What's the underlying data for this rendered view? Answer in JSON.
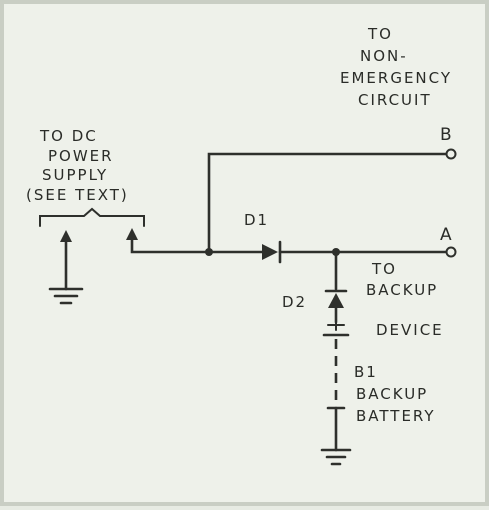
{
  "labels": {
    "non_emergency": [
      "TO",
      "NON-",
      "EMERGENCY",
      "CIRCUIT"
    ],
    "terminal_b": "B",
    "terminal_a": "A",
    "dc_supply": [
      "TO DC",
      "POWER",
      "SUPPLY",
      "(SEE TEXT)"
    ],
    "d1": "D1",
    "d2": "D2",
    "backup_device": [
      "TO",
      "BACKUP",
      "DEVICE"
    ],
    "battery_ref": "B1",
    "battery_name": [
      "BACKUP",
      "BATTERY"
    ]
  }
}
